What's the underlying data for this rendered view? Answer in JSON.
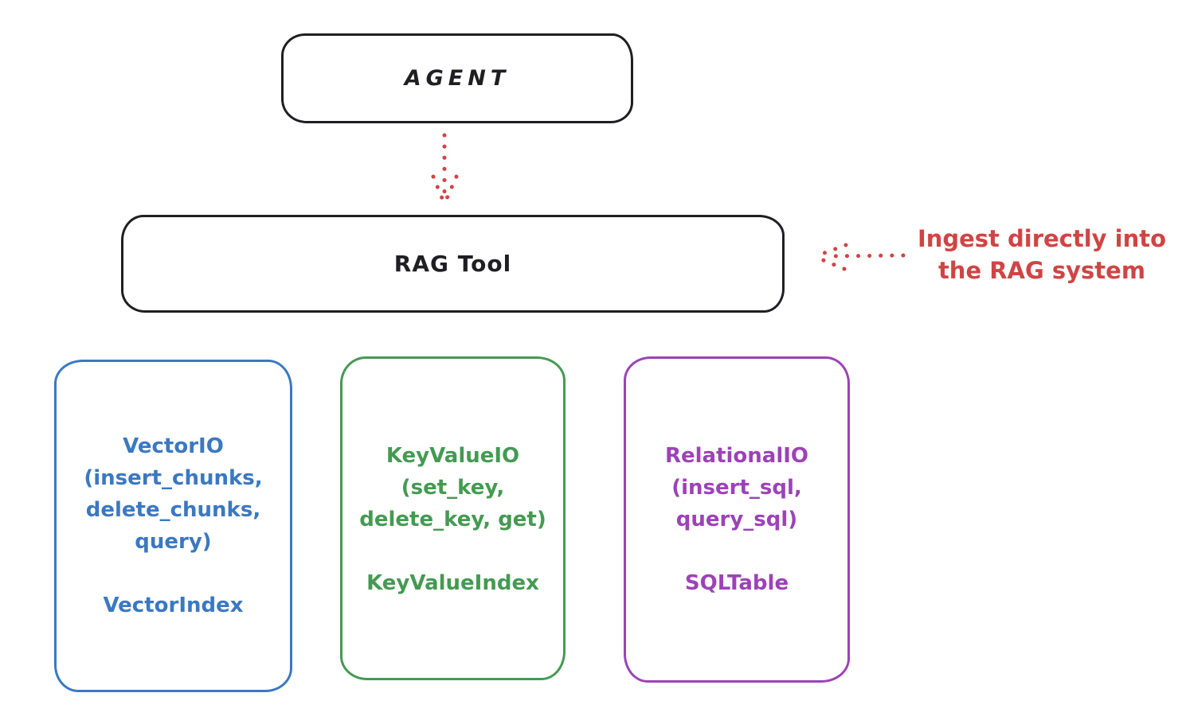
{
  "diagram": {
    "agent": {
      "label": "AGENT"
    },
    "rag_tool": {
      "label": "RAG Tool"
    },
    "annotation": {
      "line1": "Ingest directly into",
      "line2": "the RAG system"
    },
    "cards": {
      "vector": {
        "lines": [
          "VectorIO",
          "(insert_chunks,",
          "delete_chunks,",
          "query)"
        ],
        "footer": "VectorIndex"
      },
      "keyvalue": {
        "lines": [
          "KeyValueIO",
          "(set_key,",
          "delete_key, get)"
        ],
        "footer": "KeyValueIndex"
      },
      "relational": {
        "lines": [
          "RelationalIO",
          "(insert_sql,",
          "query_sql)"
        ],
        "footer": "SQLTable"
      }
    },
    "colors": {
      "stroke_black": "#1f1f23",
      "accent_red": "#d04444",
      "accent_blue": "#3a78c2",
      "accent_green": "#449a51",
      "accent_purple": "#9c42b8",
      "background": "#ffffff"
    }
  }
}
